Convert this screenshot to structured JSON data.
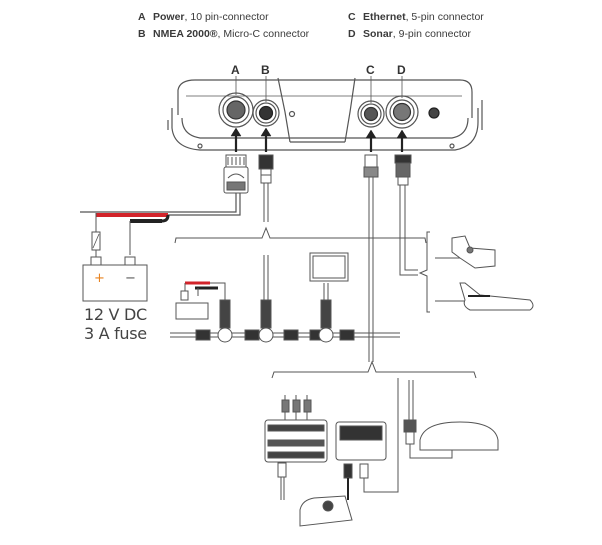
{
  "legend": [
    {
      "key": "A",
      "name": "Power",
      "desc": ", 10 pin-connector"
    },
    {
      "key": "B",
      "name": "NMEA 2000®",
      "desc": ", Micro-C connector"
    },
    {
      "key": "C",
      "name": "Ethernet",
      "desc": ", 5-pin connector"
    },
    {
      "key": "D",
      "name": "Sonar",
      "desc": ", 9-pin connector"
    }
  ],
  "connectors": {
    "a": "A",
    "b": "B",
    "c": "C",
    "d": "D"
  },
  "power": {
    "voltage": "12 V DC",
    "fuse": "3 A fuse",
    "plus": "+",
    "minus": "−"
  },
  "colors": {
    "positive_wire": "#d2232a",
    "negative_wire": "#222222",
    "line": "#555555"
  }
}
